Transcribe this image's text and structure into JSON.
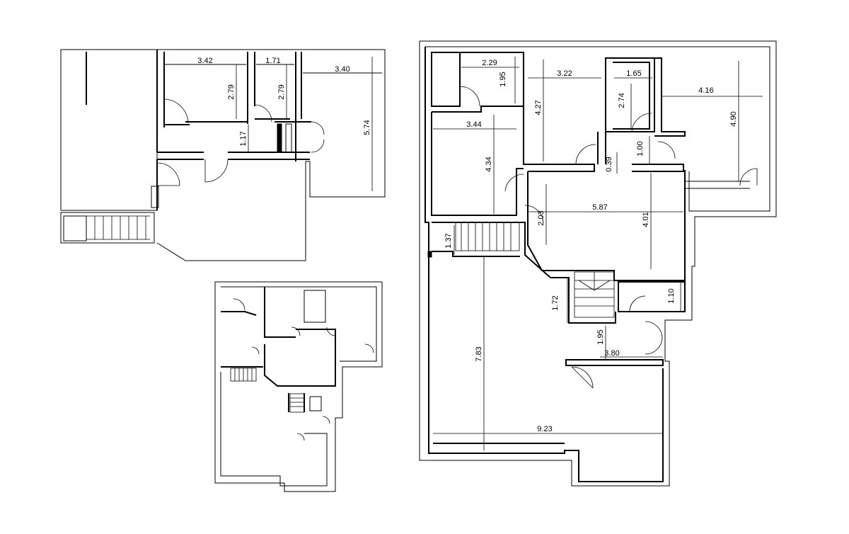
{
  "dimensions": [
    {
      "id": "a-room1-w",
      "label": "3.42"
    },
    {
      "id": "a-room2-w",
      "label": "1.71"
    },
    {
      "id": "a-room3-w",
      "label": "3.40"
    },
    {
      "id": "a-room1-h",
      "label": "2.79"
    },
    {
      "id": "a-room2-h",
      "label": "2.79"
    },
    {
      "id": "a-corr-h",
      "label": "1.17"
    },
    {
      "id": "a-room3-h",
      "label": "5.74"
    },
    {
      "id": "c-room1-w",
      "label": "2.29"
    },
    {
      "id": "c-room1-h",
      "label": "1.95"
    },
    {
      "id": "c-room2-w",
      "label": "3.22"
    },
    {
      "id": "c-room2-h",
      "label": "4.27"
    },
    {
      "id": "c-room3-w",
      "label": "1.65"
    },
    {
      "id": "c-room3-h",
      "label": "2.74"
    },
    {
      "id": "c-room4-w",
      "label": "4.16"
    },
    {
      "id": "c-room4-h",
      "label": "4.90"
    },
    {
      "id": "c-room5-w",
      "label": "3.44"
    },
    {
      "id": "c-room5-h",
      "label": "4.34"
    },
    {
      "id": "c-hall-h1",
      "label": "1.00"
    },
    {
      "id": "c-hall-h2",
      "label": "0.39"
    },
    {
      "id": "c-living-w",
      "label": "5.87"
    },
    {
      "id": "c-living-h1",
      "label": "2.03"
    },
    {
      "id": "c-living-h2",
      "label": "4.01"
    },
    {
      "id": "c-stair-h",
      "label": "1.37"
    },
    {
      "id": "c-stair2-h",
      "label": "1.72"
    },
    {
      "id": "c-bath-h",
      "label": "1.10"
    },
    {
      "id": "c-entry-h",
      "label": "1.95"
    },
    {
      "id": "c-entry-w",
      "label": "3.80"
    },
    {
      "id": "c-main-h",
      "label": "7.83"
    },
    {
      "id": "c-main-w",
      "label": "9.23"
    }
  ]
}
